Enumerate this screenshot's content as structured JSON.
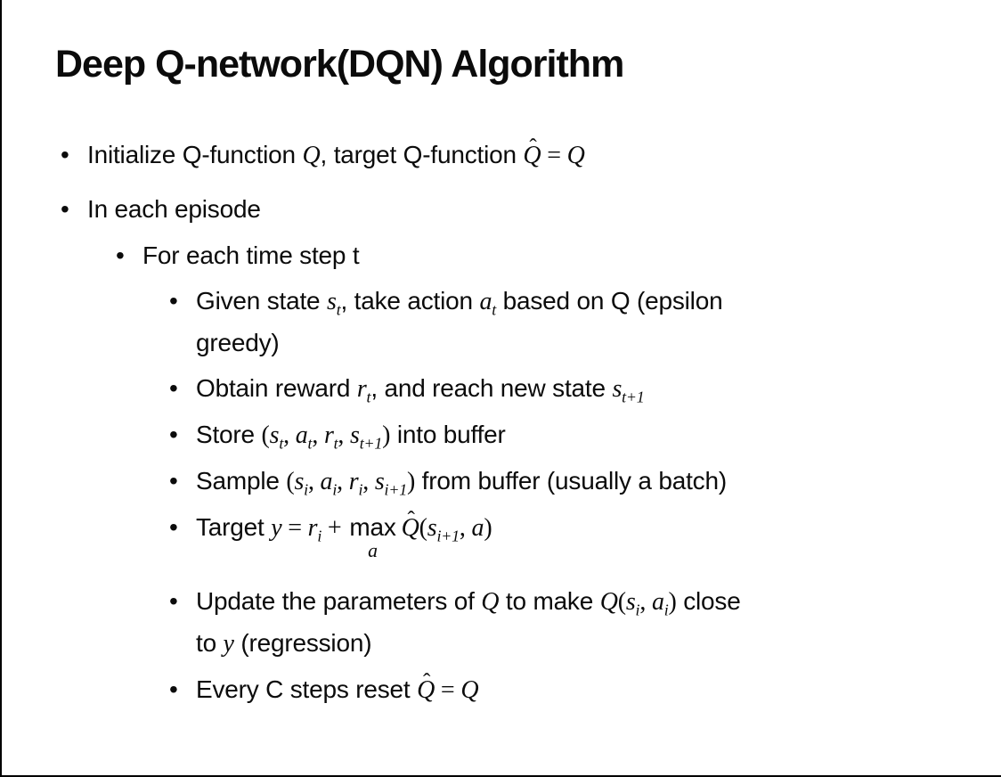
{
  "slide": {
    "title": "Deep Q-network(DQN) Algorithm",
    "bullets": [
      {
        "level": 1,
        "segments": [
          {
            "t": "Initialize Q-function "
          },
          {
            "m": "Q"
          },
          {
            "t": ", target Q-function "
          },
          {
            "m": "Q",
            "hat": true
          },
          {
            "mr": " = "
          },
          {
            "m": "Q"
          }
        ]
      },
      {
        "level": 1,
        "segments": [
          {
            "t": "In each episode"
          }
        ]
      },
      {
        "level": 2,
        "segments": [
          {
            "t": "For each time step t"
          }
        ]
      },
      {
        "level": 3,
        "segments": [
          {
            "t": "Given state "
          },
          {
            "m": "s",
            "sub": "t"
          },
          {
            "t": ", take action "
          },
          {
            "m": "a",
            "sub": "t"
          },
          {
            "t": " based on Q (epsilon"
          },
          {
            "br": true
          },
          {
            "t": "greedy)"
          }
        ]
      },
      {
        "level": 3,
        "segments": [
          {
            "t": "Obtain reward "
          },
          {
            "m": "r",
            "sub": "t"
          },
          {
            "t": ", and reach new state "
          },
          {
            "m": "s",
            "sub": "t+1"
          }
        ]
      },
      {
        "level": 3,
        "segments": [
          {
            "t": "Store "
          },
          {
            "mr": "("
          },
          {
            "m": "s",
            "sub": "t"
          },
          {
            "mr": ", "
          },
          {
            "m": "a",
            "sub": "t"
          },
          {
            "mr": ", "
          },
          {
            "m": "r",
            "sub": "t"
          },
          {
            "mr": ", "
          },
          {
            "m": "s",
            "sub": "t+1"
          },
          {
            "mr": ")"
          },
          {
            "t": " into buffer"
          }
        ]
      },
      {
        "level": 3,
        "segments": [
          {
            "t": "Sample "
          },
          {
            "mr": "("
          },
          {
            "m": "s",
            "sub": "i"
          },
          {
            "mr": ", "
          },
          {
            "m": "a",
            "sub": "i"
          },
          {
            "mr": ", "
          },
          {
            "m": "r",
            "sub": "i"
          },
          {
            "mr": ", "
          },
          {
            "m": "s",
            "sub": "i+1"
          },
          {
            "mr": ")"
          },
          {
            "t": " from buffer (usually a batch)"
          }
        ]
      },
      {
        "level": 3,
        "segments": [
          {
            "t": "Target "
          },
          {
            "m": "y"
          },
          {
            "mr": " = "
          },
          {
            "m": "r",
            "sub": "i"
          },
          {
            "mr": " + "
          },
          {
            "maxop": "max",
            "under": "a"
          },
          {
            "m": "Q",
            "hat": true
          },
          {
            "mr": "("
          },
          {
            "m": "s",
            "sub": "i+1"
          },
          {
            "mr": ", "
          },
          {
            "m": "a"
          },
          {
            "mr": ")"
          }
        ]
      },
      {
        "level": 3,
        "segments": [
          {
            "t": "Update the parameters of "
          },
          {
            "m": "Q"
          },
          {
            "t": " to make "
          },
          {
            "m": "Q"
          },
          {
            "mr": "("
          },
          {
            "m": "s",
            "sub": "i"
          },
          {
            "mr": ", "
          },
          {
            "m": "a",
            "sub": "i"
          },
          {
            "mr": ")"
          },
          {
            "t": " close"
          },
          {
            "br": true
          },
          {
            "t": "to "
          },
          {
            "m": "y"
          },
          {
            "t": " (regression)"
          }
        ]
      },
      {
        "level": 3,
        "segments": [
          {
            "t": "Every C steps reset "
          },
          {
            "m": "Q",
            "hat": true
          },
          {
            "mr": " = "
          },
          {
            "m": "Q"
          }
        ]
      }
    ]
  }
}
